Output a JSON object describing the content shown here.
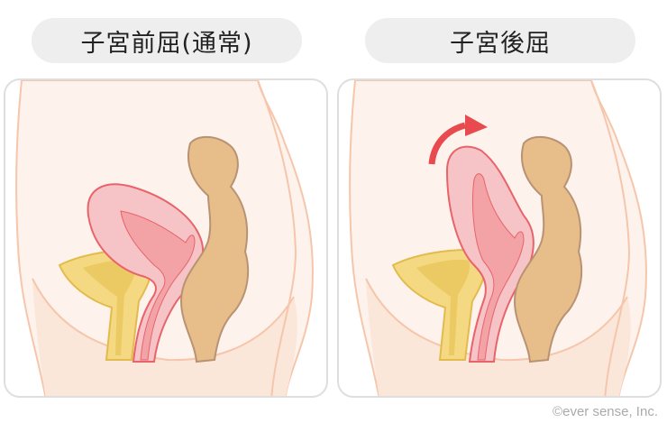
{
  "panels": [
    {
      "title": "子宮前屈(通常)",
      "state": "anteflexed",
      "arrow": false
    },
    {
      "title": "子宮後屈",
      "state": "retroflexed",
      "arrow": true
    }
  ],
  "credit": "©ever sense, Inc.",
  "colors": {
    "skin_fill": "#fdf3ec",
    "skin_shadow": "#fbe6da",
    "skin_line": "#f5c6ab",
    "uterus_fill": "#f6c4c6",
    "uterus_inner": "#f3a2a6",
    "uterus_line": "#e8636a",
    "bladder_fill": "#f4d982",
    "bladder_inner": "#ecca63",
    "bladder_line": "#e3bb4d",
    "rectum_fill": "#e7bd8a",
    "rectum_line": "#b89373",
    "arrow": "#e84a4f",
    "pill_bg": "#eeeeee",
    "panel_border": "#dedede"
  }
}
